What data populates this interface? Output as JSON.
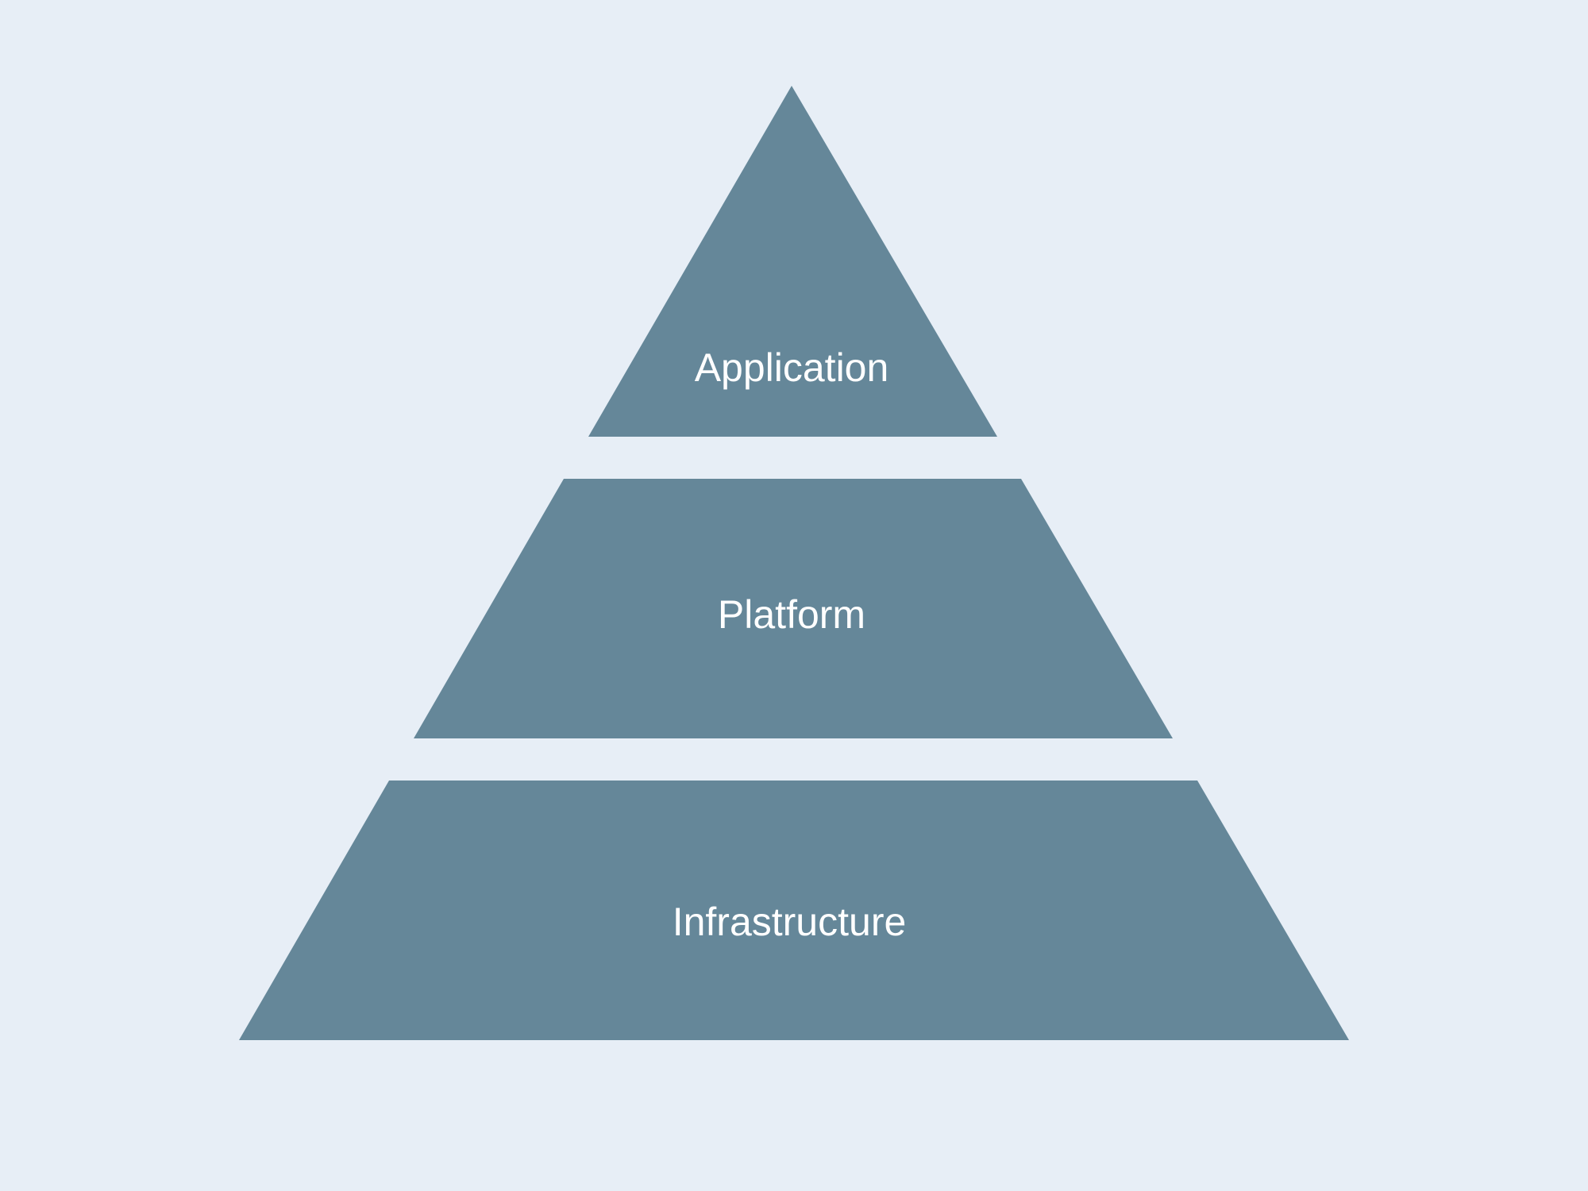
{
  "colors": {
    "background": "#e7eef6",
    "tier_fill": "#658799",
    "label_text": "#ffffff"
  },
  "pyramid": {
    "tiers": [
      {
        "label": "Application"
      },
      {
        "label": "Platform"
      },
      {
        "label": "Infrastructure"
      }
    ]
  }
}
